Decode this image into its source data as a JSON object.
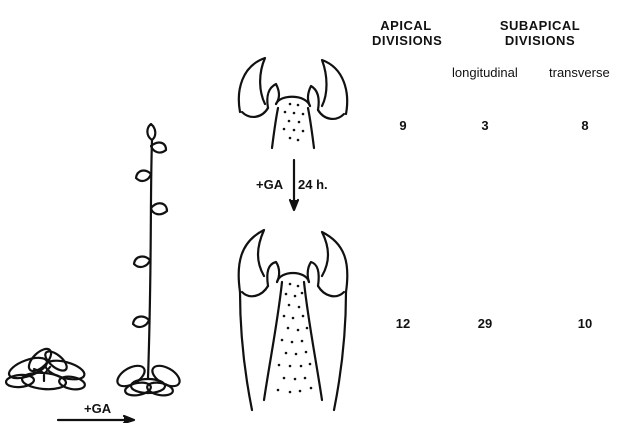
{
  "headers": {
    "apical_line1": "APICAL",
    "apical_line2": "DIVISIONS",
    "subapical_line1": "SUBAPICAL",
    "subapical_line2": "DIVISIONS",
    "longitudinal": "longitudinal",
    "transverse": "transverse"
  },
  "treatment_label": "+GA",
  "duration_label": "24 h.",
  "plant_treatment_label": "+GA",
  "rows": [
    {
      "apical": "9",
      "longitudinal": "3",
      "transverse": "8"
    },
    {
      "apical": "12",
      "longitudinal": "29",
      "transverse": "10"
    }
  ]
}
